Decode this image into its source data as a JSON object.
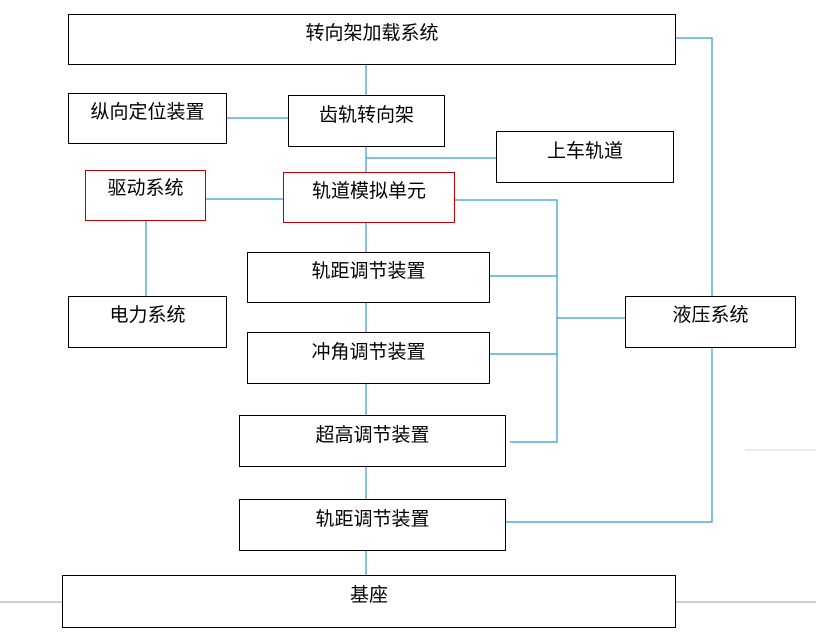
{
  "colors": {
    "connector": "#2e9ccf",
    "box_border": "#000000",
    "highlight_border": "#c00000",
    "page_rule": "#7f7f7f"
  },
  "boxes": {
    "bogie_loading_system": "转向架加载系统",
    "longitudinal_positioning": "纵向定位装置",
    "rack_bogie": "齿轨转向架",
    "upper_track": "上车轨道",
    "drive_system": "驱动系统",
    "track_simulation_unit": "轨道模拟单元",
    "gauge_adjust_1": "轨距调节装置",
    "power_system": "电力系统",
    "hydraulic_system": "液压系统",
    "attack_angle_adjust": "冲角调节装置",
    "superelevation_adjust": "超高调节装置",
    "gauge_adjust_2": "轨距调节装置",
    "base": "基座"
  }
}
